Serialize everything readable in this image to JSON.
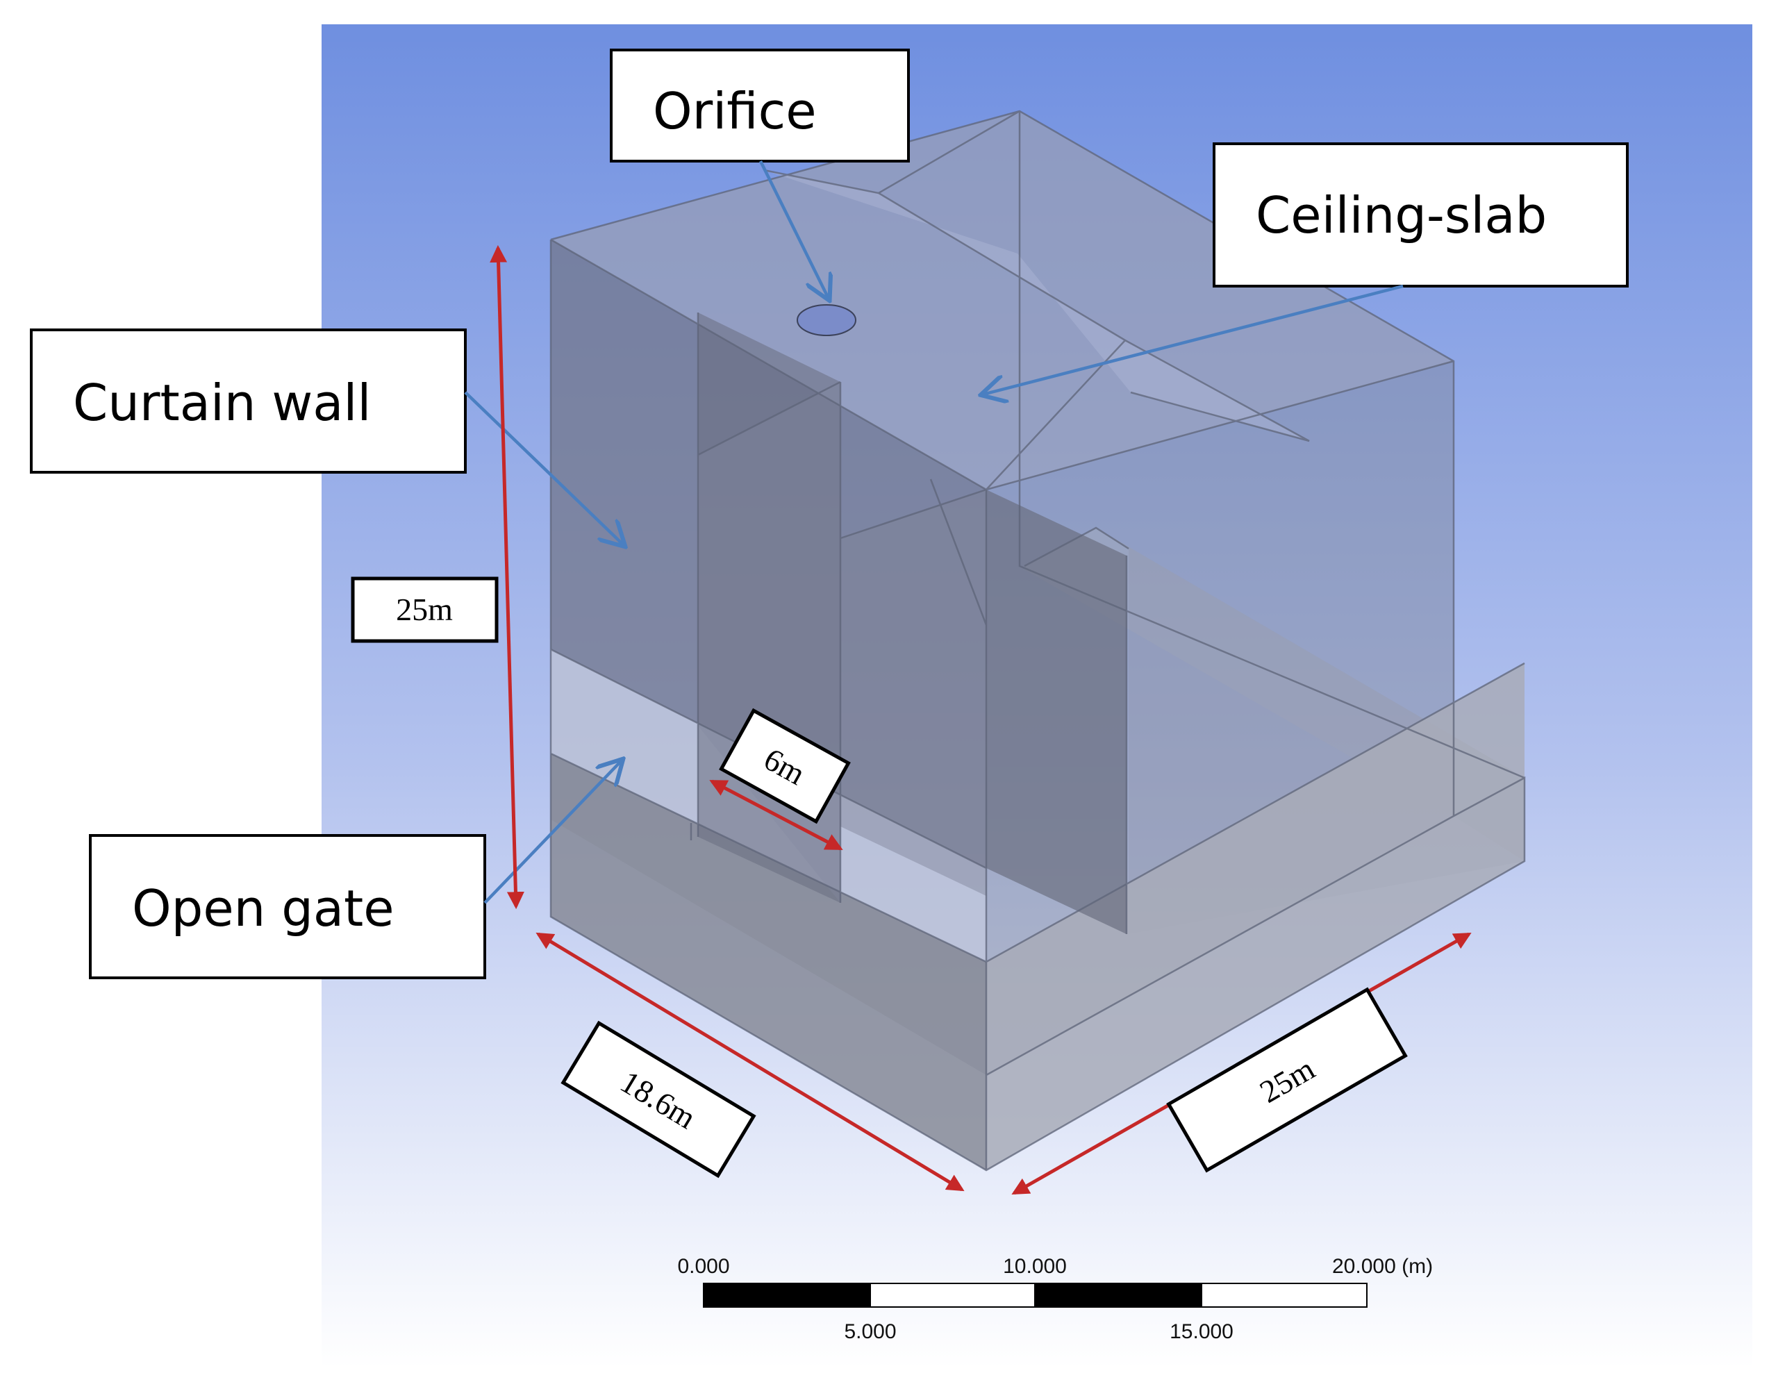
{
  "diagram": {
    "callouts": {
      "orifice": "Orifice",
      "ceiling_slab": "Ceiling-slab",
      "curtain_wall": "Curtain wall",
      "open_gate": "Open gate"
    },
    "dimensions": {
      "height": "25m",
      "width": "18.6m",
      "depth": "25m",
      "gate_width": "6m"
    },
    "scale_bar": {
      "top_labels": [
        "0.000",
        "10.000",
        "20.000 (m)"
      ],
      "bottom_labels": [
        "5.000",
        "15.000"
      ]
    },
    "colors": {
      "background_top": "#6f8fe0",
      "background_bottom": "#ffffff",
      "callout_arrow": "#4a7fc1",
      "dimension_arrow": "#c62828",
      "solid_face": "#7a7d8a"
    }
  }
}
